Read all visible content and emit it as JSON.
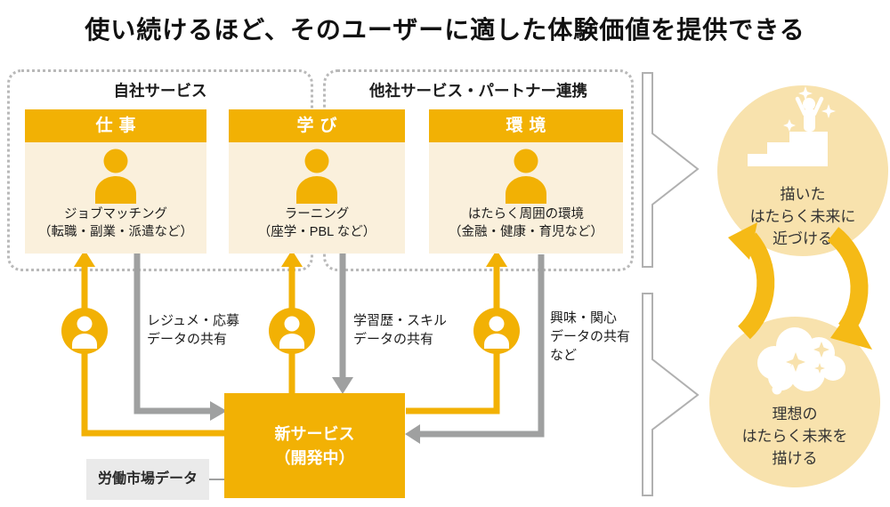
{
  "title": "使い続けるほど、そのユーザーに適した体験価値を提供できる",
  "groups": [
    {
      "label": "自社サービス"
    },
    {
      "label": "他社サービス・パートナー連携"
    }
  ],
  "cards": [
    {
      "header": "仕事",
      "line1": "ジョブマッチング",
      "line2": "（転職・副業・派遣など）"
    },
    {
      "header": "学び",
      "line1": "ラーニング",
      "line2": "（座学・PBL など）"
    },
    {
      "header": "環境",
      "line1": "はたらく周囲の環境",
      "line2": "（金融・健康・育児など）"
    }
  ],
  "share_labels": [
    {
      "lines": [
        "レジュメ・応募",
        "データの共有"
      ]
    },
    {
      "lines": [
        "学習歴・スキル",
        "データの共有"
      ]
    },
    {
      "lines": [
        "興味・関心",
        "データの共有",
        "など"
      ]
    }
  ],
  "service_box": {
    "line1": "新サービス",
    "line2": "（開発中）"
  },
  "market_box": {
    "label": "労働市場データ"
  },
  "circles": [
    {
      "lines": [
        "描いた",
        "はたらく未来に",
        "近づける"
      ]
    },
    {
      "lines": [
        "理想の",
        "はたらく未来を",
        "描ける"
      ]
    }
  ],
  "colors": {
    "primary_yellow": "#F2B104",
    "cycle_yellow": "#F5BA16",
    "card_body_cream": "#FAF0DC",
    "circle_cream": "#F8E2AD",
    "gray_arrow": "#9FA0A0",
    "dotted_border": "#B9B9B9",
    "market_box_bg": "#EAEAEA",
    "text_dark": "#222222"
  }
}
